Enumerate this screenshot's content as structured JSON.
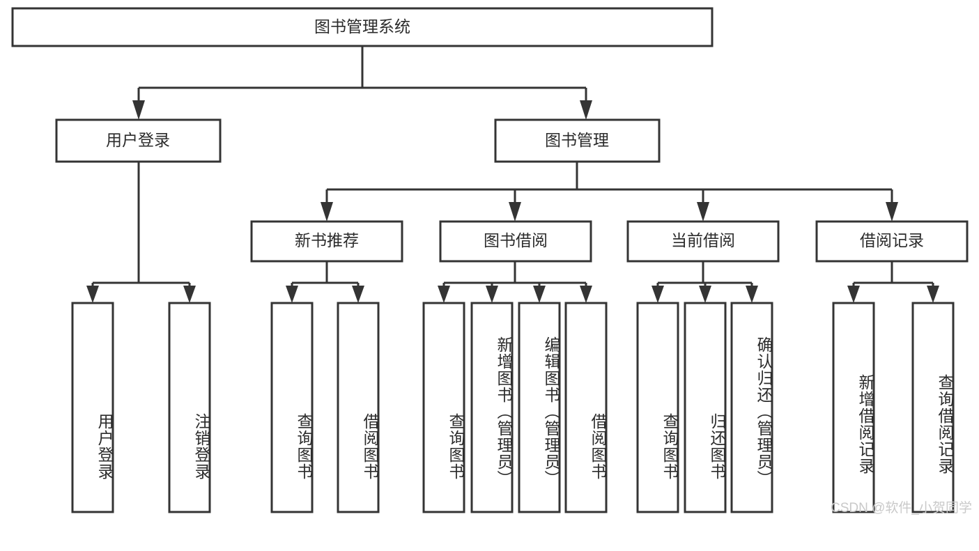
{
  "diagram": {
    "type": "tree",
    "title_node": "图书管理系统",
    "colors": {
      "stroke": "#343434",
      "node_fill": "#ffffff",
      "text": "#2b2b2b",
      "background": "#ffffff",
      "watermark": "#c9c9c9"
    },
    "levels": {
      "level1": [
        {
          "id": "root",
          "label": "图书管理系统"
        }
      ],
      "level2": [
        {
          "id": "user-login",
          "label": "用户登录"
        },
        {
          "id": "book-management",
          "label": "图书管理"
        }
      ],
      "level3": [
        {
          "id": "new-book-recommend",
          "label": "新书推荐"
        },
        {
          "id": "book-borrow",
          "label": "图书借阅"
        },
        {
          "id": "current-borrow",
          "label": "当前借阅"
        },
        {
          "id": "borrow-record",
          "label": "借阅记录"
        }
      ],
      "level4": [
        {
          "id": "leaf-user-login",
          "label": "用户登录",
          "parent": "user-login"
        },
        {
          "id": "leaf-user-logout",
          "label": "注销登录",
          "parent": "user-login"
        },
        {
          "id": "leaf-query-book-1",
          "label": "查询图书",
          "parent": "new-book-recommend"
        },
        {
          "id": "leaf-borrow-book-1",
          "label": "借阅图书",
          "parent": "new-book-recommend"
        },
        {
          "id": "leaf-query-book-2",
          "label": "查询图书",
          "parent": "book-borrow"
        },
        {
          "id": "leaf-add-book",
          "label": "新增图书（管理员）",
          "parent": "book-borrow"
        },
        {
          "id": "leaf-edit-book",
          "label": "编辑图书（管理员）",
          "parent": "book-borrow"
        },
        {
          "id": "leaf-borrow-book-2",
          "label": "借阅图书",
          "parent": "book-borrow"
        },
        {
          "id": "leaf-query-book-3",
          "label": "查询图书",
          "parent": "current-borrow"
        },
        {
          "id": "leaf-return-book",
          "label": "归还图书",
          "parent": "current-borrow"
        },
        {
          "id": "leaf-confirm-return",
          "label": "确认归还（管理员）",
          "parent": "current-borrow"
        },
        {
          "id": "leaf-add-record",
          "label": "新增借阅记录",
          "parent": "borrow-record"
        },
        {
          "id": "leaf-query-record",
          "label": "查询借阅记录",
          "parent": "borrow-record"
        }
      ]
    }
  },
  "watermark": {
    "text": "CSDN @软件_小贺同学"
  }
}
